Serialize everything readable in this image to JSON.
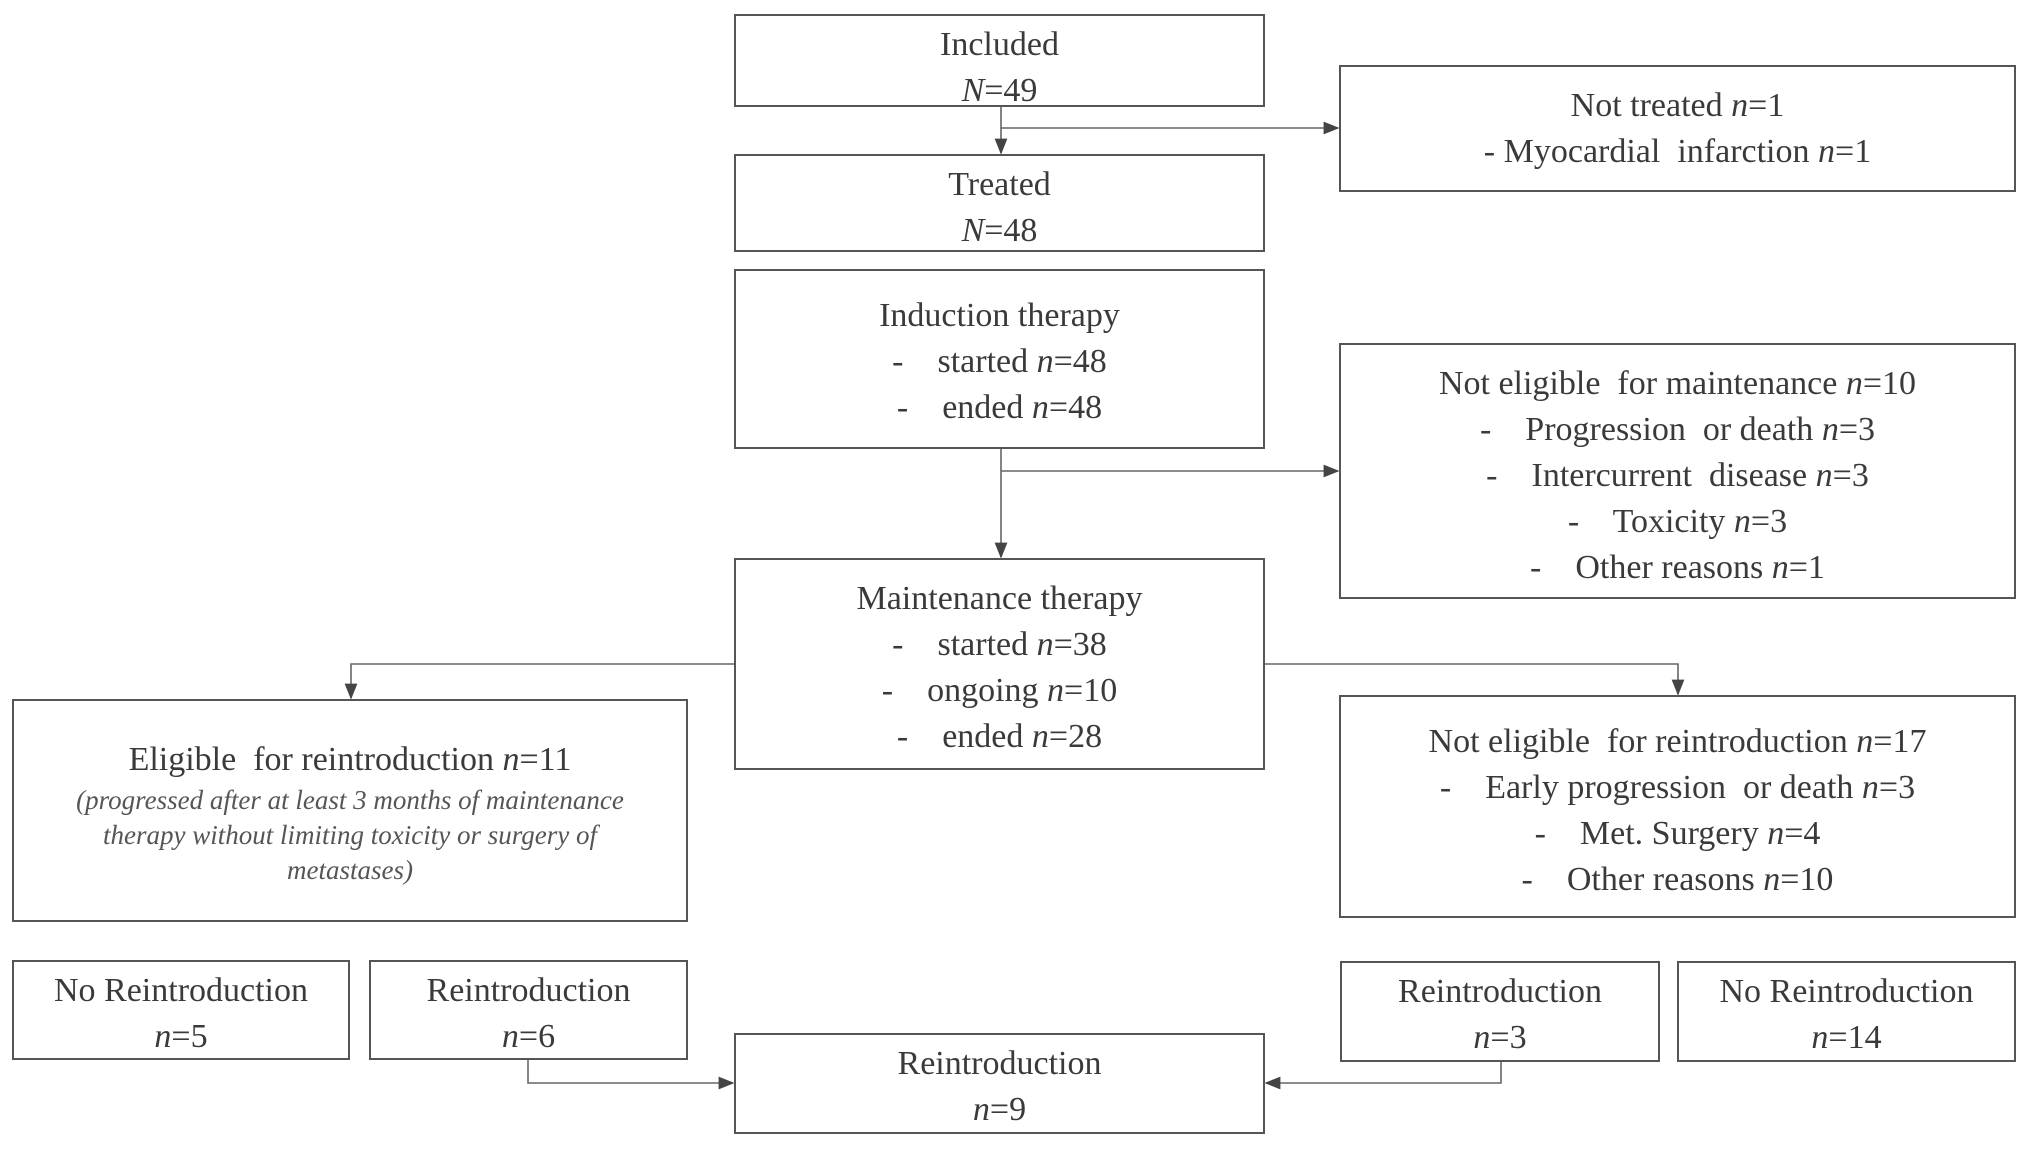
{
  "boxes": {
    "included": {
      "lines": [
        {
          "text": "Included"
        },
        {
          "text": "",
          "var": "N",
          "val": "=49"
        }
      ]
    },
    "not_treated": {
      "lines": [
        {
          "text": "Not treated ",
          "var": "n",
          "val": "=1"
        },
        {
          "text": "- Myocardial  infarction ",
          "var": "n",
          "val": "=1"
        }
      ]
    },
    "treated": {
      "lines": [
        {
          "text": "Treated"
        },
        {
          "text": "",
          "var": "N",
          "val": "=48"
        }
      ]
    },
    "induction": {
      "lines": [
        {
          "text": "Induction therapy"
        },
        {
          "text": "-    started ",
          "var": "n",
          "val": "=48"
        },
        {
          "text": "-    ended ",
          "var": "n",
          "val": "=48"
        }
      ]
    },
    "not_eligible_maintenance": {
      "lines": [
        {
          "text": "Not eligible  for maintenance ",
          "var": "n",
          "val": "=10"
        },
        {
          "text": "-    Progression  or death ",
          "var": "n",
          "val": "=3"
        },
        {
          "text": "-    Intercurrent  disease ",
          "var": "n",
          "val": "=3"
        },
        {
          "text": "-    Toxicity ",
          "var": "n",
          "val": "=3"
        },
        {
          "text": "-    Other reasons ",
          "var": "n",
          "val": "=1"
        }
      ]
    },
    "maintenance": {
      "lines": [
        {
          "text": "Maintenance therapy"
        },
        {
          "text": "-    started ",
          "var": "n",
          "val": "=38"
        },
        {
          "text": "-    ongoing ",
          "var": "n",
          "val": "=10"
        },
        {
          "text": "-    ended ",
          "var": "n",
          "val": "=28"
        }
      ]
    },
    "eligible_reintroduction": {
      "lines": [
        {
          "text": "Eligible  for reintroduction ",
          "var": "n",
          "val": "=11"
        }
      ],
      "note": "(progressed after at least 3 months of maintenance therapy without limiting toxicity or surgery of metastases)"
    },
    "not_eligible_reintroduction": {
      "lines": [
        {
          "text": "Not eligible  for reintroduction ",
          "var": "n",
          "val": "=17"
        },
        {
          "text": "-    Early progression  or death ",
          "var": "n",
          "val": "=3"
        },
        {
          "text": "-    Met. Surgery ",
          "var": "n",
          "val": "=4"
        },
        {
          "text": "-    Other reasons ",
          "var": "n",
          "val": "=10"
        }
      ]
    },
    "no_reintroduction_left": {
      "lines": [
        {
          "text": "No Reintroduction"
        },
        {
          "text": "",
          "var": "n",
          "val": "=5"
        }
      ]
    },
    "reintroduction_left": {
      "lines": [
        {
          "text": "Reintroduction"
        },
        {
          "text": "",
          "var": "n",
          "val": "=6"
        }
      ]
    },
    "reintroduction_total": {
      "lines": [
        {
          "text": "Reintroduction"
        },
        {
          "text": "",
          "var": "n",
          "val": "=9"
        }
      ]
    },
    "reintroduction_right": {
      "lines": [
        {
          "text": "Reintroduction"
        },
        {
          "text": "",
          "var": "n",
          "val": "=3"
        }
      ]
    },
    "no_reintroduction_right": {
      "lines": [
        {
          "text": "No Reintroduction"
        },
        {
          "text": "",
          "var": "n",
          "val": "=14"
        }
      ]
    }
  }
}
